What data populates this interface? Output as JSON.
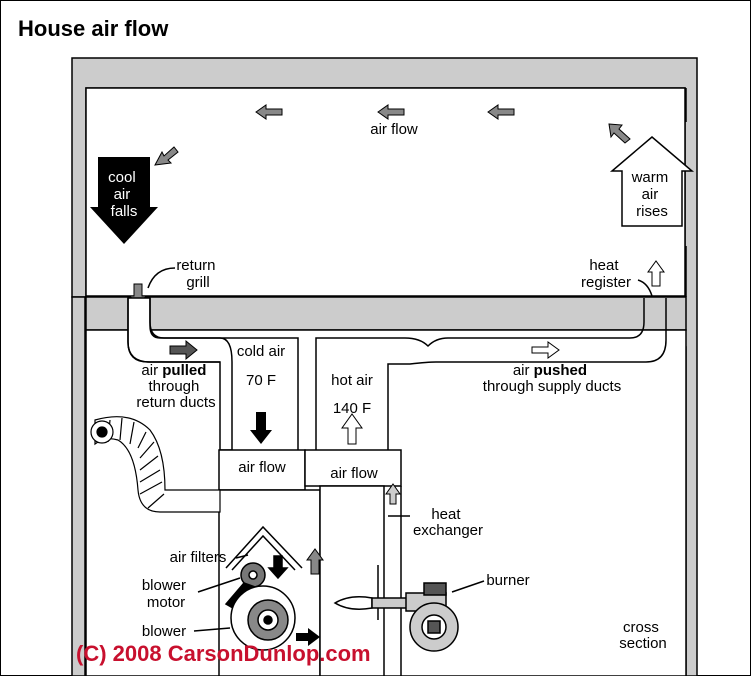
{
  "title": "House air flow",
  "labels": {
    "air_flow_top": "air flow",
    "cool_air_falls": [
      "cool",
      "air",
      "falls"
    ],
    "warm_air_rises": [
      "warm",
      "air",
      "rises"
    ],
    "return_grill": [
      "return",
      "grill"
    ],
    "heat_register": [
      "heat",
      "register"
    ],
    "air_pulled": {
      "prefix": "air ",
      "bold": "pulled",
      "line2": "through",
      "line3": "return ducts"
    },
    "cold_air": "cold air",
    "cold_temp": "70 F",
    "hot_air": "hot air",
    "hot_temp": "140 F",
    "air_pushed": {
      "prefix": "air ",
      "bold": "pushed",
      "line2": "through supply ducts"
    },
    "air_flow_left": "air flow",
    "air_flow_right": "air flow",
    "heat_exchanger": [
      "heat",
      "exchanger"
    ],
    "air_filters": "air filters",
    "blower_motor": [
      "blower",
      "motor"
    ],
    "blower": "blower",
    "burner": "burner",
    "cross_section": [
      "cross",
      "section"
    ]
  },
  "copyright": "(C) 2008 CarsonDunlop.com",
  "colors": {
    "wall_gray": "#cccccc",
    "arrow_gray": "#888888",
    "copyright_red": "#c8102e"
  }
}
